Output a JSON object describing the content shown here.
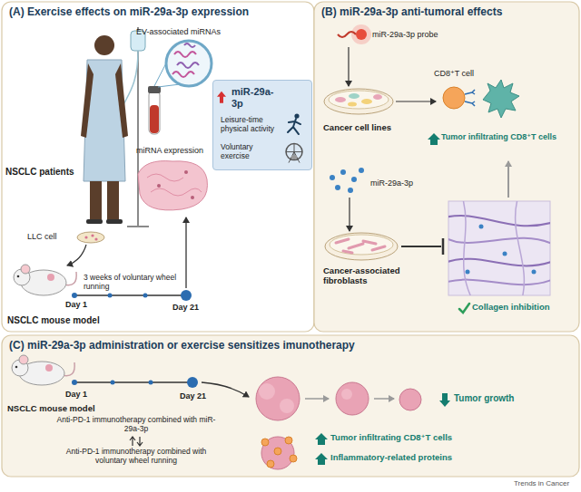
{
  "diagram": {
    "nodes": [
      {
        "text": [
          "(A) Exercise effects on miR-29a-3p expression"
        ]
      },
      {
        "text": [
          "miR-29a-3p",
          "Leisure-time physical activity",
          "Voluntary exercise"
        ]
      },
      {
        "text": [
          "(B) miR-29a-3p anti-tumoral effects"
        ]
      },
      {
        "text": [
          "(C) miR-29a-3p administration or exercise sensitizes imunotherapy"
        ]
      }
    ],
    "labels": [
      "EV-associated miRNAs",
      "NSCLC patients",
      "miRNA expression",
      "LLC cell",
      "3 weeks of voluntary wheel running",
      "Day 1",
      "Day 21",
      "NSCLC mouse model",
      "miR-29a-3p probe",
      "CD8⁺T cell",
      "Cancer cell lines",
      "Tumor infiltrating CD8⁺T cells",
      "miR-29a-3p",
      "Cancer-associated fibroblasts",
      "Collagen inhibition",
      "NSCLC mouse model",
      "Day 1",
      "Day 21",
      "Anti-PD-1 immunotherapy combined with miR-29a-3p",
      "Anti-PD-1 immunotherapy combined with voluntary wheel running",
      "Tumor growth",
      "Tumor infiltrating CD8⁺T cells",
      "Inflammatory-related proteins",
      "Trends in Cancer"
    ]
  }
}
